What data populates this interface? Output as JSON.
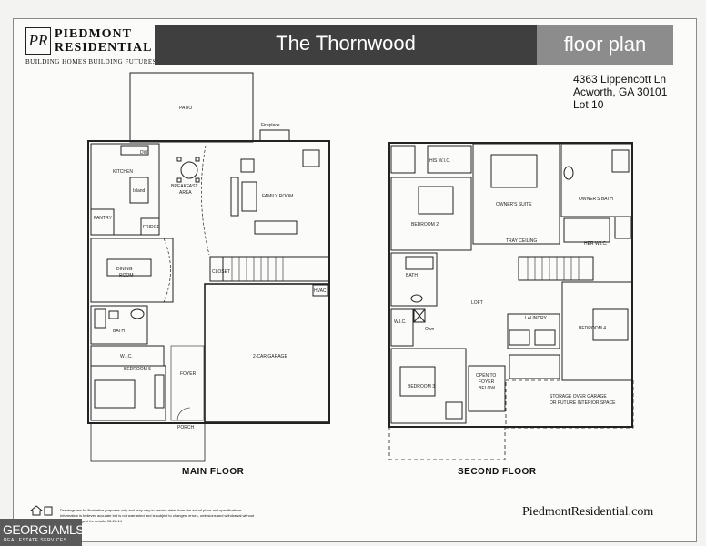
{
  "brand": {
    "logo_mark": "PR",
    "name_line1": "PIEDMONT",
    "name_line2": "RESIDENTIAL",
    "tagline": "BUILDING HOMES BUILDING FUTURES"
  },
  "banner": {
    "title": "The Thornwood",
    "subtitle": "floor plan"
  },
  "address": [
    "4363 Lippencott Ln",
    "Acworth, GA 30101",
    "Lot 10"
  ],
  "main_floor": {
    "label": "MAIN FLOOR",
    "rooms": {
      "patio": "PATIO",
      "fireplace": "Fireplace",
      "dw": "DW",
      "kitchen": "KITCHEN",
      "island": "Island",
      "breakfast": "BREAKFAST",
      "area": "AREA",
      "family_room": "FAMILY ROOM",
      "pantry": "PANTRY",
      "fridge": "FRIDGE",
      "dining": "DINING",
      "room": "ROOM",
      "bath": "BATH",
      "wic": "W.I.C.",
      "bedroom5": "BEDROOM 5",
      "foyer": "FOYER",
      "porch": "PORCH",
      "garage": "2-CAR GARAGE",
      "closet": "CLOSET",
      "hvac": "HVAC"
    }
  },
  "second_floor": {
    "label": "SECOND FLOOR",
    "rooms": {
      "his_wic": "HIS W.I.C.",
      "owners_suite": "OWNER'S SUITE",
      "tray_ceiling": "TRAY CEILING",
      "owners_bath": "OWNER'S BATH",
      "her_wic": "HER W.I.C.",
      "bedroom2": "BEDROOM 2",
      "bath": "BATH",
      "loft": "LOFT",
      "wic": "W.I.C.",
      "own": "Own",
      "laundry": "LAUNDRY",
      "bedroom4": "BEDROOM 4",
      "bedroom3": "BEDROOM 3",
      "open_line1": "OPEN TO",
      "open_line2": "FOYER",
      "open_line3": "BELOW",
      "storage_line1": "STORAGE OVER GARAGE",
      "storage_line2": "OR FUTURE INTERIOR SPACE"
    }
  },
  "footer": {
    "disclaimer": "Drawings are for illustrative purposes only and may vary in precise detail from the actual plans and specifications. Information is believed accurate but is not warranted and is subject to changes, errors, omissions and withdrawal without notice. See agent for details. 03-20-14",
    "website": "PiedmontResidential.com"
  },
  "watermark": {
    "name": "GEORGIAMLS",
    "sub": "REAL ESTATE SERVICES"
  }
}
